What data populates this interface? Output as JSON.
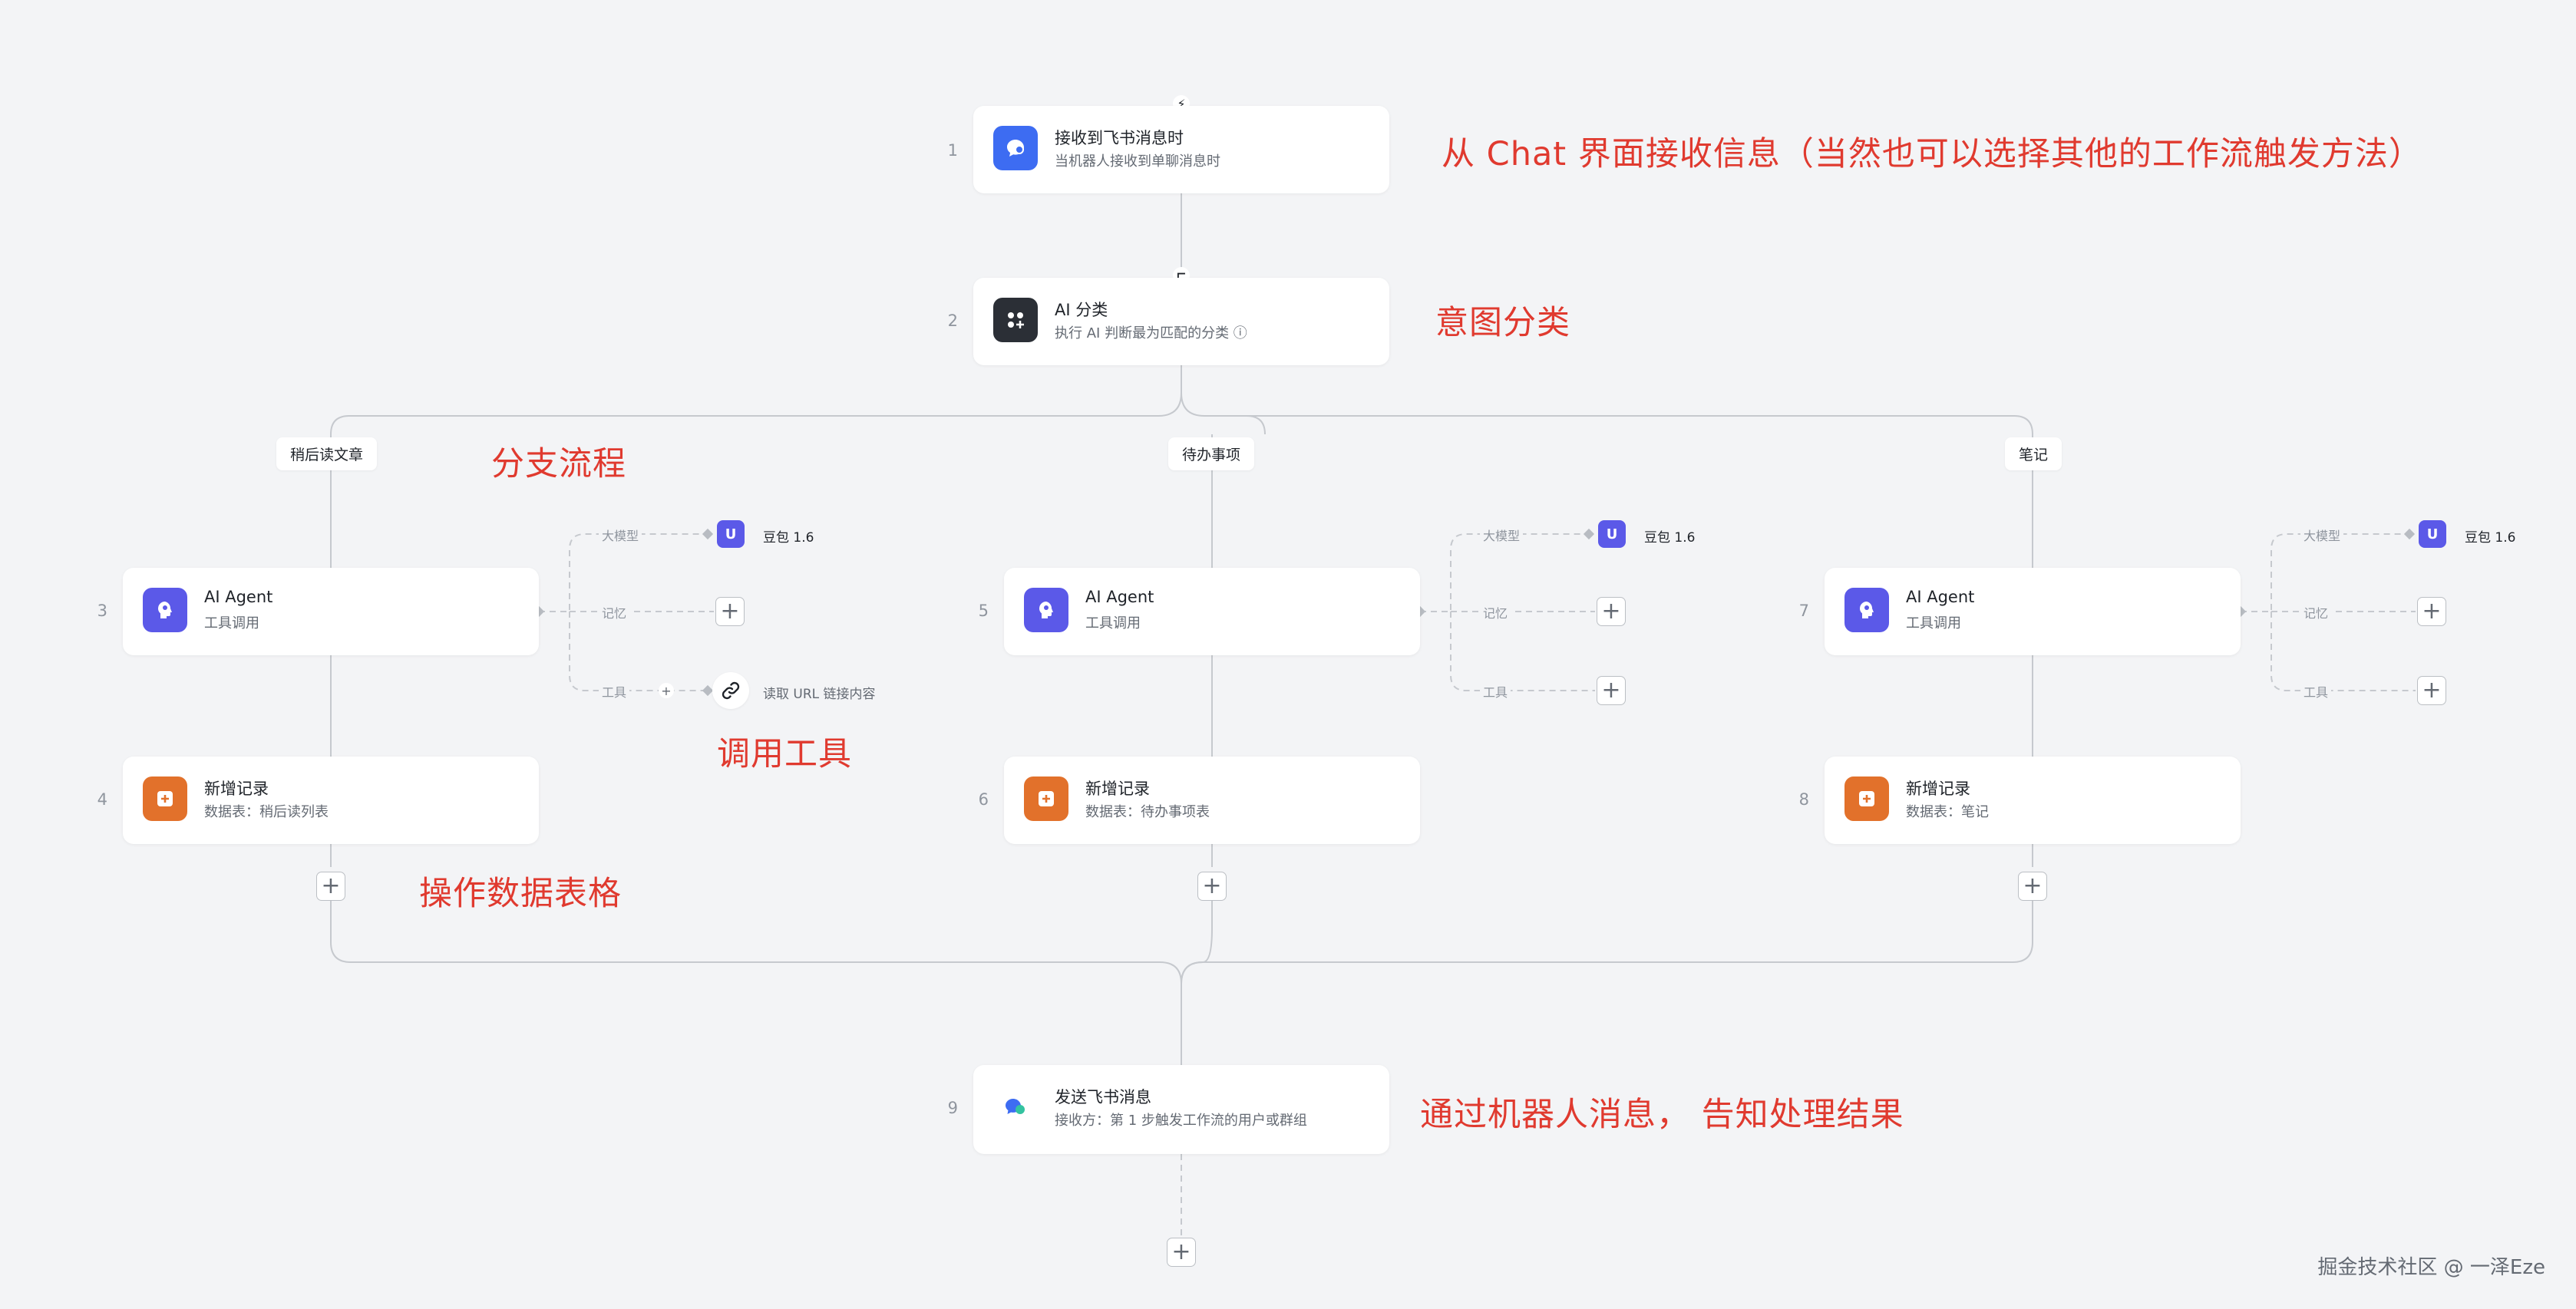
{
  "trigger": {
    "number": "1",
    "title": "接收到飞书消息时",
    "subtitle": "当机器人接收到单聊消息时",
    "connector_icon": "bolt-icon",
    "icon": "chat-bubble-icon"
  },
  "classify": {
    "number": "2",
    "title": "AI 分类",
    "subtitle": "执行 AI 判断最为匹配的分类 ⓘ",
    "connector_icon": "branch-icon",
    "icon": "grid-icon"
  },
  "branches": [
    {
      "label": "稍后读文章",
      "agent": {
        "number": "3",
        "title": "AI Agent",
        "subtitle": "工具调用"
      },
      "model_label": "大模型",
      "model_name": "豆包 1.6",
      "memory_label": "记忆",
      "tool_label": "工具",
      "tool_name": "读取 URL 链接内容",
      "record": {
        "number": "4",
        "title": "新增记录",
        "subtitle": "数据表：稍后读列表"
      }
    },
    {
      "label": "待办事项",
      "agent": {
        "number": "5",
        "title": "AI Agent",
        "subtitle": "工具调用"
      },
      "model_label": "大模型",
      "model_name": "豆包 1.6",
      "memory_label": "记忆",
      "tool_label": "工具",
      "record": {
        "number": "6",
        "title": "新增记录",
        "subtitle": "数据表：待办事项表"
      }
    },
    {
      "label": "笔记",
      "agent": {
        "number": "7",
        "title": "AI Agent",
        "subtitle": "工具调用"
      },
      "model_label": "大模型",
      "model_name": "豆包 1.6",
      "memory_label": "记忆",
      "tool_label": "工具",
      "record": {
        "number": "8",
        "title": "新增记录",
        "subtitle": "数据表：笔记"
      }
    }
  ],
  "send": {
    "number": "9",
    "title": "发送飞书消息",
    "subtitle": "接收方：第 1 步触发工作流的用户或群组"
  },
  "annotations": {
    "trigger": "从 Chat 界面接收信息（当然也可以选择其他的工作流触发方法）",
    "classify": "意图分类",
    "branch": "分支流程",
    "tool": "调用工具",
    "table": "操作数据表格",
    "send": "通过机器人消息，  告知处理结果"
  },
  "footer": "掘金技术社区 @ 一泽Eze",
  "colors": {
    "accent_red": "#e03a2f",
    "agent_purple": "#5b59e8",
    "record_orange": "#e2712b",
    "trigger_blue": "#3d6cf2",
    "classify_dark": "#2b2f36",
    "line": "#c9ccd1"
  }
}
